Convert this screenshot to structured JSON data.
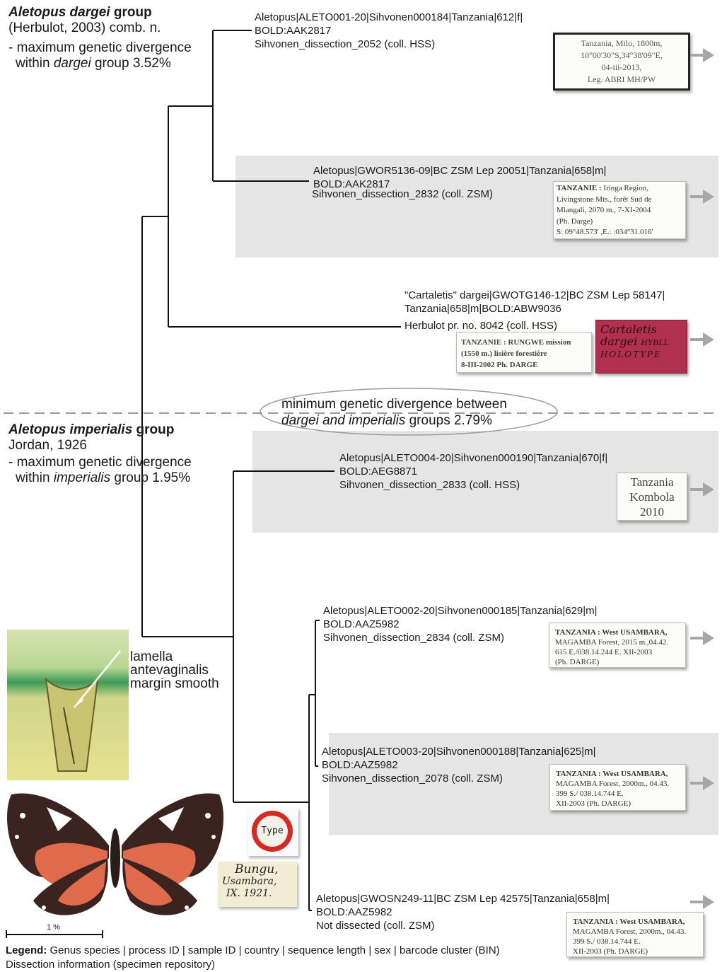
{
  "dargei_group": {
    "title_italic": "Aletopus dargei",
    "title_rest": " group",
    "author": "(Herbulot, 2003) comb. n.",
    "div_line1": "- maximum genetic divergence",
    "div_pre": "within ",
    "div_italic": "dargei",
    "div_post": " group 3.52%"
  },
  "imperialis_group": {
    "title_italic": "Aletopus imperialis",
    "title_rest": " group",
    "author": "Jordan, 1926",
    "div_line1": "- maximum genetic divergence",
    "div_pre": "within ",
    "div_italic": "imperialis",
    "div_post": " group 1.95%"
  },
  "between": {
    "line1": "minimum genetic divergence between",
    "line2_italic": "dargei and imperialis",
    "line2_rest": " groups 2.79%"
  },
  "specimens": [
    {
      "line1": "Aletopus|ALETO001-20|Sihvonen000184|Tanzania|612|f|",
      "line2": "BOLD:AAK2817",
      "line3": "Sihvonen_dissection_2052 (coll. HSS)",
      "label": [
        "Tanzania, Milo, 1800m,",
        "10°00'30\"S,34°38'09\"E,",
        "04-iii-2013,",
        "Leg. ABRI MH/PW"
      ]
    },
    {
      "line1": "Aletopus|GWOR5136-09|BC ZSM Lep 20051|Tanzania|658|m|",
      "line2": "BOLD:AAK2817",
      "line3": "Sihvonen_dissection_2832 (coll. ZSM)",
      "label_bold": "TANZANIE :",
      "label_rest": " Iringa Region,",
      "label": [
        "Livingstone Mts., forêt Sud de",
        "Mlangali, 2070 m., 7-XI-2004",
        "(Ph. Darge)",
        "S: 09°48.573' ,E.: :034°31.016'"
      ]
    },
    {
      "line1": "\"Cartaletis\" dargei|GWOTG146-12|BC ZSM Lep 58147|",
      "line2": "Tanzania|658|m|BOLD:ABW9036",
      "line3": "Herbulot pr. no. 8042 (coll. HSS)",
      "label": [
        "TANZANIE : RUNGWE mission",
        "(1550 m.) lisière forestière",
        "8-III-2002 Ph. DARGE"
      ],
      "red_label": [
        "Cartaletis",
        "dargei",
        "HYBLL",
        "HOLOTYPE"
      ]
    },
    {
      "line1": "Aletopus|ALETO004-20|Sihvonen000190|Tanzania|670|f|",
      "line2": "BOLD:AEG8871",
      "line3": "Sihvonen_dissection_2833 (coll. HSS)",
      "label": [
        "Tanzania",
        "Kombola",
        "2010"
      ]
    },
    {
      "line1": "Aletopus|ALETO002-20|Sihvonen000185|Tanzania|629|m|",
      "line2": "BOLD:AAZ5982",
      "line3": "Sihvonen_dissection_2834 (coll. ZSM)",
      "label_bold": "TANZANIA : West USAMBARA,",
      "label": [
        "MAGAMBA Forest, 2015 m.,04.42.",
        "615 E./038.14.244 E. XII-2003",
        "(Ph. DARGE)"
      ]
    },
    {
      "line1": "Aletopus|ALETO003-20|Sihvonen000188|Tanzania|625|m|",
      "line2": "BOLD:AAZ5982",
      "line3": "Sihvonen_dissection_2078 (coll. ZSM)",
      "label_bold": "TANZANIA : West USAMBARA,",
      "label": [
        "MAGAMBA Forest, 2000m., 04.43.",
        "399 S./ 038.14.744 E.",
        "XII-2003 (Ph. DARGE)"
      ]
    },
    {
      "line1": "Aletopus|GWOSN249-11|BC ZSM Lep 42575|Tanzania|658|m|",
      "line2": "BOLD:AAZ5982",
      "line3": "Not dissected (coll. ZSM)",
      "label_bold": "TANZANIA : West USAMBARA,",
      "label": [
        "MAGAMBA Forest, 2000m., 04.43.",
        "399 S./ 038.14.744 E.",
        "XII-2003 (Ph. DARGE)"
      ]
    }
  ],
  "genitalia_caption": [
    "lamella",
    "antevaginalis",
    "margin smooth"
  ],
  "type_label": "Type",
  "handwritten_label": [
    "Bungu,",
    "Usambara,",
    "IX. 1921."
  ],
  "scale_label": "1 %",
  "legend": {
    "bold": "Legend:",
    "line1_rest": " Genus species | process ID | sample ID | country | sequence length | sex | barcode cluster (BIN)",
    "line2": "Dissection information (specimen repository)"
  },
  "colors": {
    "panel": "#e4e5e4",
    "arrow": "#a6a6a6",
    "red_label": "#b1304f",
    "wing_orange": "#e06a4c",
    "wing_dark": "#3b2420"
  }
}
